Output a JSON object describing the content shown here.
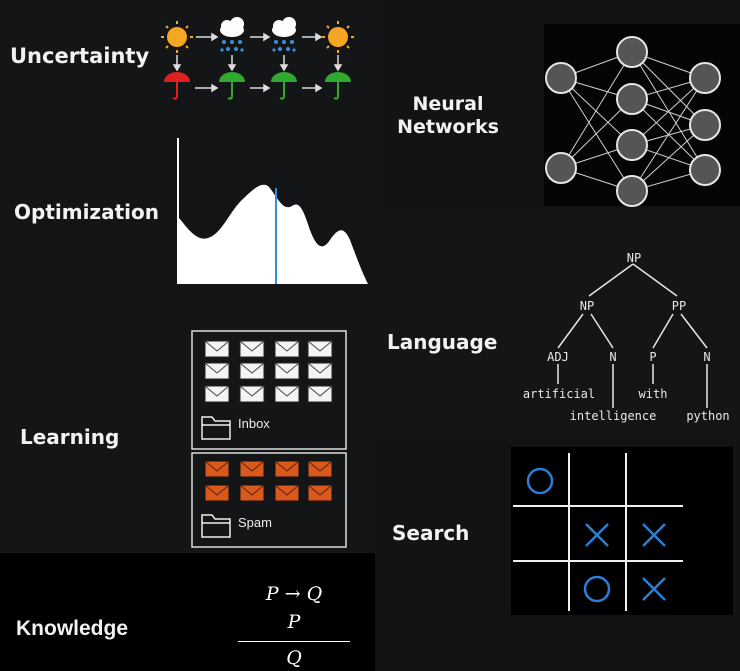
{
  "uncertainty": {
    "title": "Uncertainty"
  },
  "optimization": {
    "title": "Optimization"
  },
  "learning": {
    "title": "Learning",
    "inbox_label": "Inbox",
    "spam_label": "Spam"
  },
  "knowledge": {
    "title": "Knowledge",
    "premise1": "P → Q",
    "premise2": "P",
    "conclusion": "Q"
  },
  "neural_networks": {
    "title_line1": "Neural",
    "title_line2": "Networks"
  },
  "language": {
    "title": "Language",
    "tree": {
      "root": "NP",
      "np": "NP",
      "pp": "PP",
      "adj": "ADJ",
      "n1": "N",
      "p": "P",
      "n2": "N",
      "word_artificial": "artificial",
      "word_intelligence": "intelligence",
      "word_with": "with",
      "word_python": "python"
    }
  },
  "search": {
    "title": "Search",
    "board": [
      "O",
      "",
      "",
      "",
      "X",
      "X",
      "",
      "O",
      "X"
    ]
  },
  "colors": {
    "sun": "#f5a623",
    "rain": "#3a8fd8",
    "umbrella_red": "#e02020",
    "umbrella_green": "#2faa2f",
    "spam_envelope": "#d9591c",
    "ttt_blue": "#2a7fd4",
    "optimum_line": "#2e8fe0"
  }
}
